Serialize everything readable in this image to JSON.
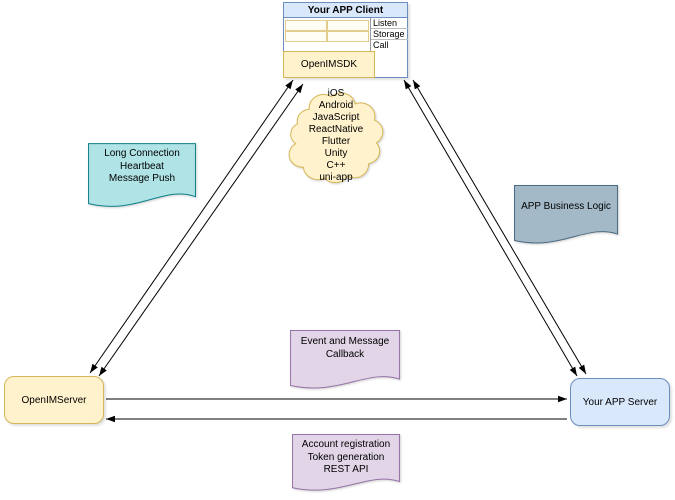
{
  "client_box": {
    "title": "Your APP Client",
    "rows": [
      "Listen",
      "Storage",
      "Call"
    ],
    "sdk_label": "OpenIMSDK"
  },
  "cloud": {
    "platforms": [
      "iOS",
      "Android",
      "JavaScript",
      "ReactNative",
      "Flutter",
      "Unity",
      "C++",
      "uni-app"
    ]
  },
  "notes": {
    "left": {
      "lines": [
        "Long Connection",
        "Heartbeat",
        "Message Push"
      ]
    },
    "right": {
      "lines": [
        "APP Business Logic"
      ]
    },
    "center_top": {
      "lines": [
        "Event and Message",
        "Callback"
      ]
    },
    "center_bottom": {
      "lines": [
        "Account registration",
        "Token generation",
        "REST API"
      ]
    }
  },
  "servers": {
    "openim": "OpenIMServer",
    "app": "Your APP Server"
  },
  "colors": {
    "client_header_fill": "#dae8fc",
    "client_border": "#6c8ebf",
    "sdk_fill": "#fff2cc",
    "sdk_border": "#d6b656",
    "cloud_fill": "#fff2cc",
    "cloud_border": "#d6b656",
    "teal_note_fill": "#b0e3e6",
    "teal_note_border": "#0e8088",
    "gray_note_fill": "#a3b9c8",
    "gray_note_border": "#4d6a80",
    "purple_note_fill": "#e1d5e7",
    "purple_note_border": "#9673a6",
    "openim_server_fill": "#fff2cc",
    "app_server_fill": "#dae8fc",
    "connector": "#000000"
  }
}
